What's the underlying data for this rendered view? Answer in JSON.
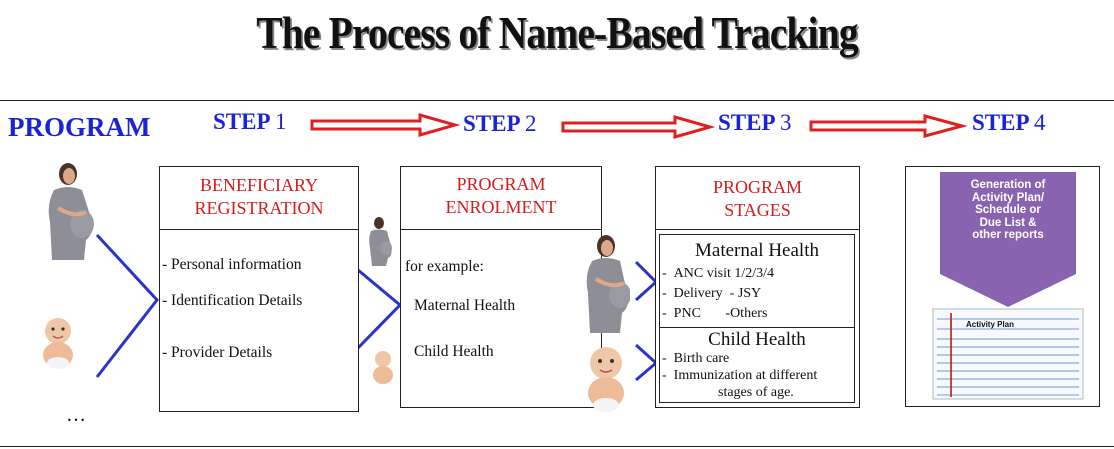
{
  "title": "The Process of Name-Based Tracking",
  "program_label": "PROGRAM",
  "steps": [
    {
      "word": "STEP",
      "num": "1"
    },
    {
      "word": "STEP",
      "num": "2"
    },
    {
      "word": "STEP",
      "num": "3"
    },
    {
      "word": "STEP",
      "num": "4"
    }
  ],
  "box1": {
    "heading_line1": "BENEFICIARY",
    "heading_line2": "REGISTRATION",
    "items": [
      "- Personal information",
      "- Identification Details",
      "- Provider Details"
    ]
  },
  "box2": {
    "heading_line1": "PROGRAM",
    "heading_line2": "ENROLMENT",
    "intro": "for example:",
    "items": [
      "Maternal Health",
      "Child Health"
    ]
  },
  "box3": {
    "heading_line1": "PROGRAM",
    "heading_line2": "STAGES",
    "maternal": {
      "title": "Maternal Health",
      "line1": "ANC visit 1/2/3/4",
      "line2a": "Delivery",
      "line2b": "- JSY",
      "line3a": "PNC",
      "line3b": "-Others"
    },
    "child": {
      "title": "Child Health",
      "line1": "Birth care",
      "line2": "Immunization at different",
      "line3": "stages of age."
    }
  },
  "box4": {
    "banner_lines": [
      "Generation of",
      "Activity Plan/",
      "Schedule or",
      "Due List &",
      "other reports"
    ],
    "doc_title": "Activity Plan"
  },
  "ellipsis": "…",
  "colors": {
    "accent_blue": "#1a24d6",
    "accent_red": "#d41c1c",
    "banner_purple": "#8a63b0"
  }
}
